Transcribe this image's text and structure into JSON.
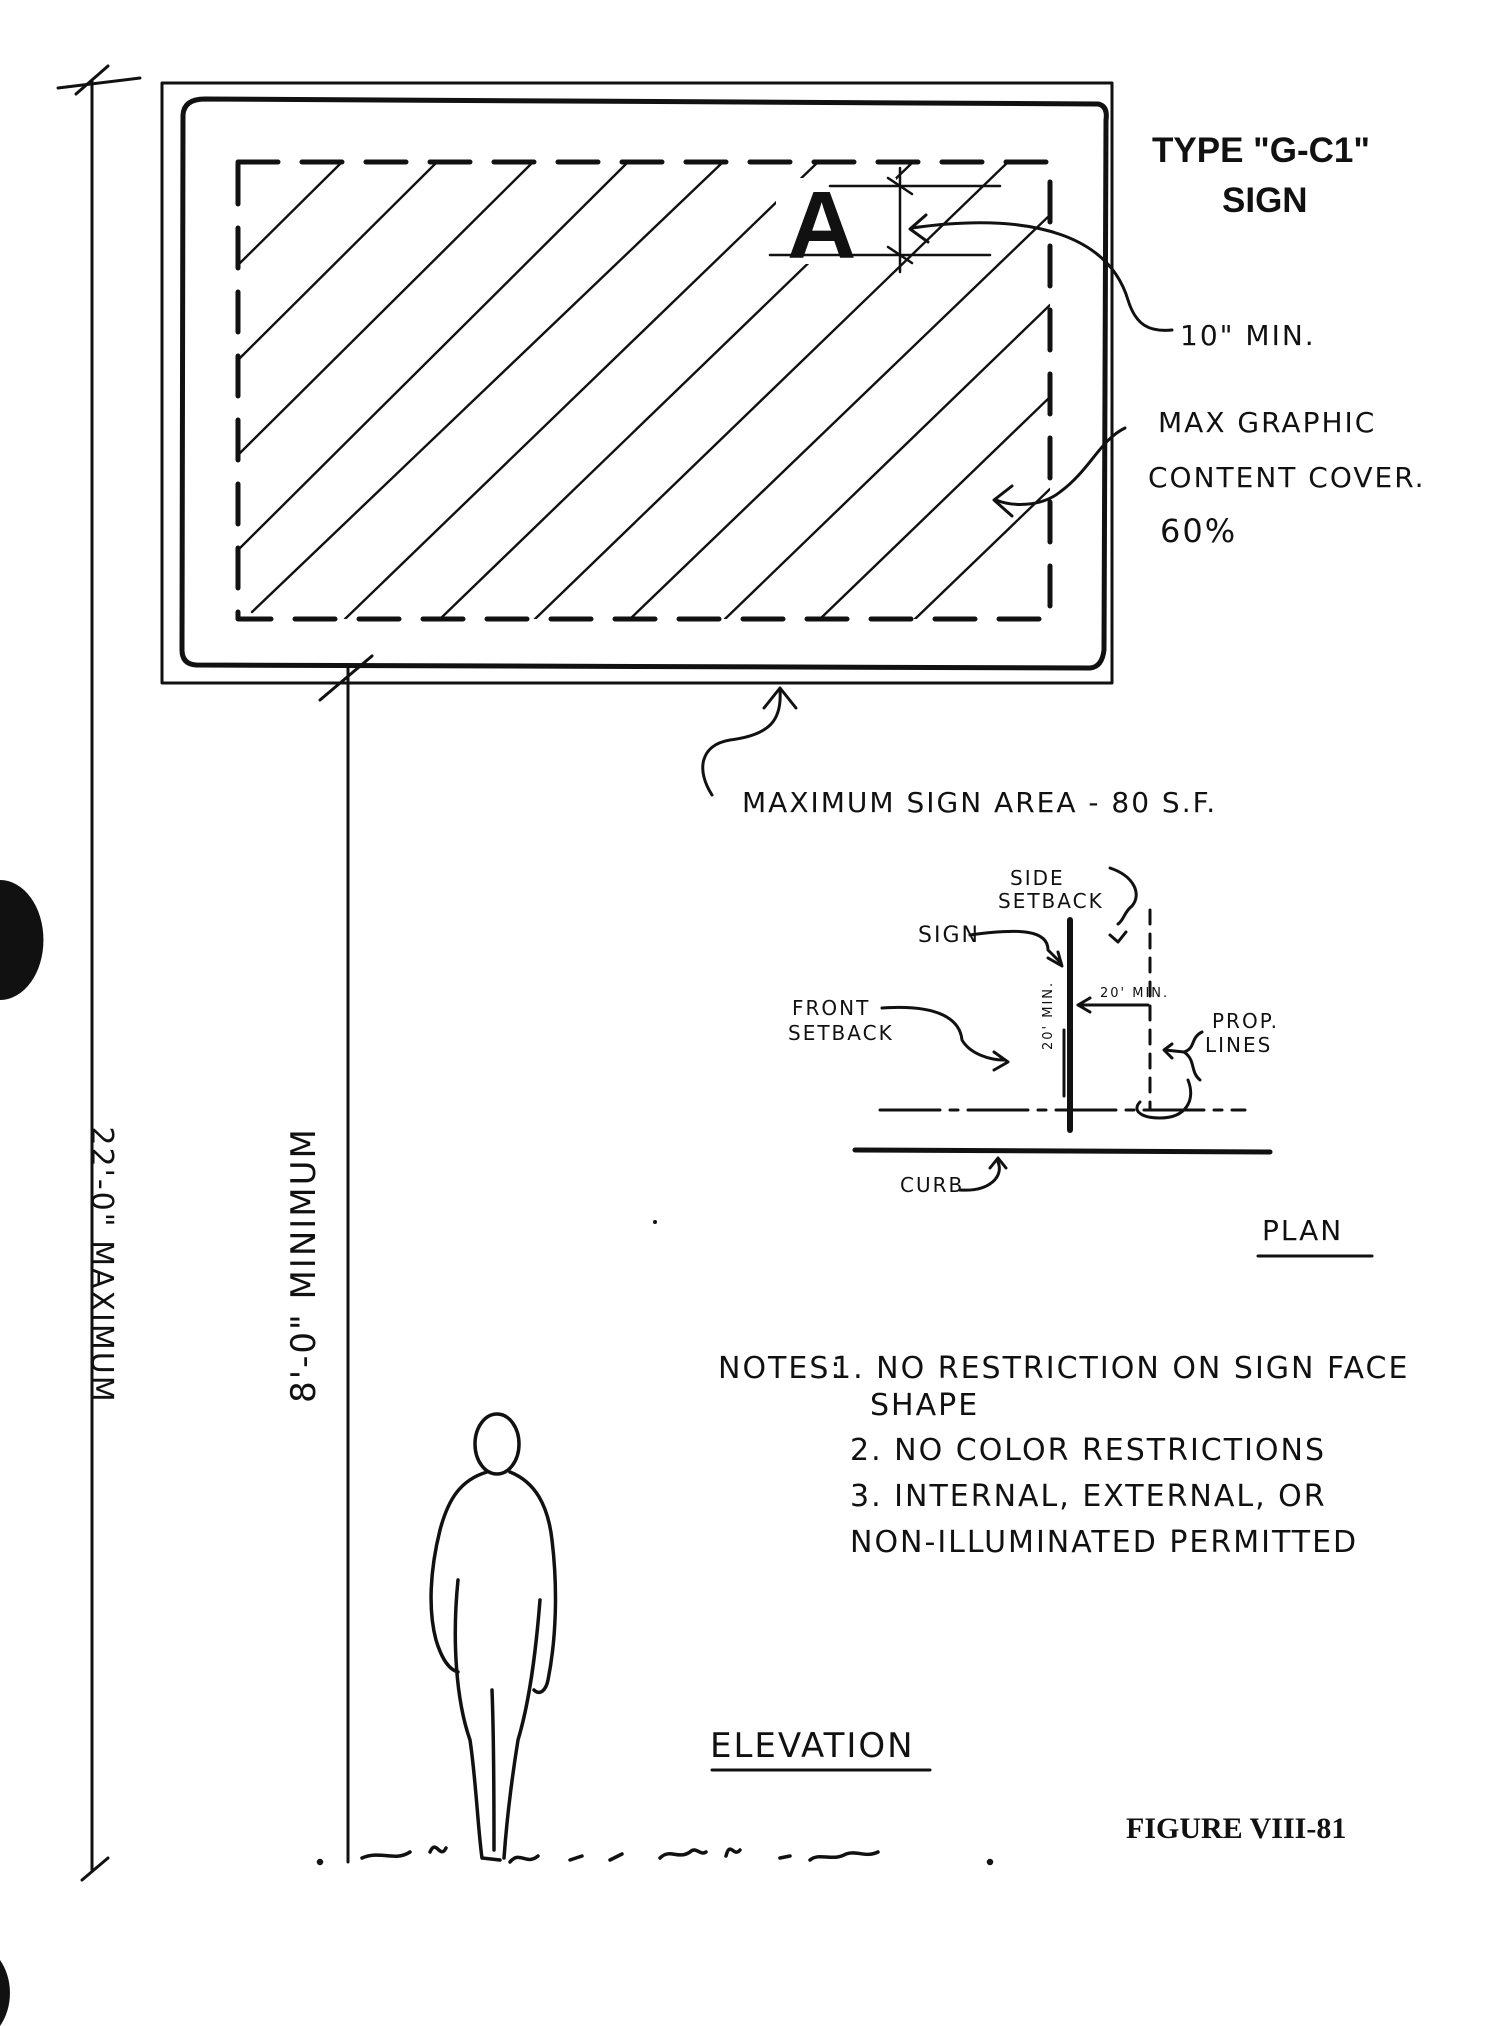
{
  "title": {
    "line1": "TYPE \"G-C1\"",
    "line2": "SIGN"
  },
  "sign": {
    "letter": "A",
    "letter_height_note": "10\" MIN.",
    "graphic_note_line1": "MAX GRAPHIC",
    "graphic_note_line2": "CONTENT COVER.",
    "graphic_note_line3": "60%",
    "area_note": "MAXIMUM SIGN AREA - 80 S.F."
  },
  "elevation": {
    "overall_height": "22'-0\" MAXIMUM",
    "clearance": "8'-0\" MINIMUM",
    "label": "ELEVATION"
  },
  "plan": {
    "side_setback_line1": "SIDE",
    "side_setback_line2": "SETBACK",
    "sign_label": "SIGN",
    "front_setback_line1": "FRONT",
    "front_setback_line2": "SETBACK",
    "side_dim": "20' MIN.",
    "front_dim": "20' MIN.",
    "prop_lines_line1": "PROP.",
    "prop_lines_line2": "LINES",
    "curb": "CURB",
    "label": "PLAN"
  },
  "notes": {
    "heading": "NOTES:",
    "items": [
      "1. NO RESTRICTION ON SIGN FACE",
      "SHAPE",
      "2. NO COLOR RESTRICTIONS",
      "3. INTERNAL, EXTERNAL, OR",
      "NON-ILLUMINATED PERMITTED"
    ]
  },
  "figure_label": "FIGURE VIII-81"
}
